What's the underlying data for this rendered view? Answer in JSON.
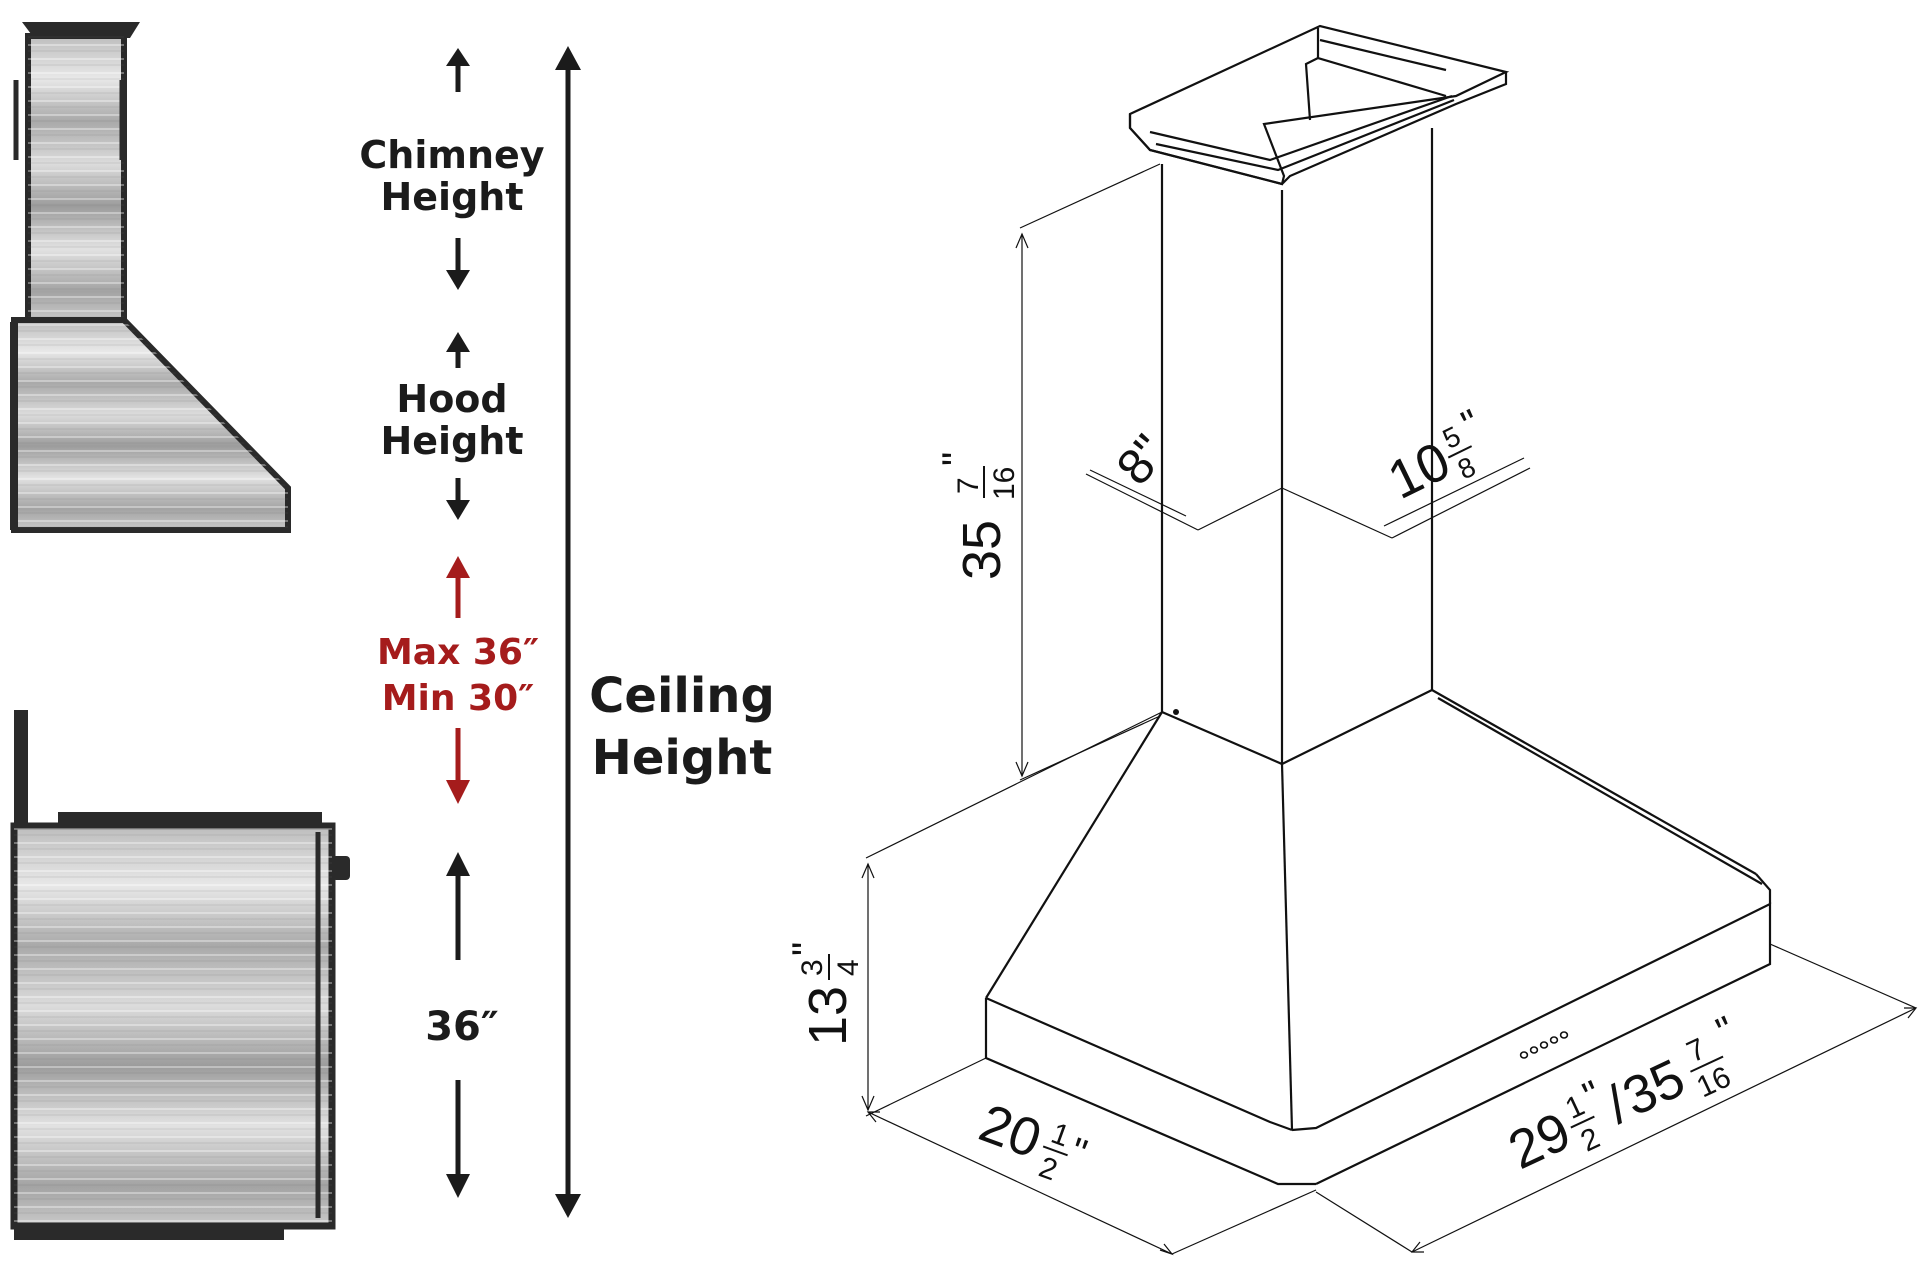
{
  "left_panel": {
    "chimney_label_line1": "Chimney",
    "chimney_label_line2": "Height",
    "hood_label_line1": "Hood",
    "hood_label_line2": "Height",
    "clearance_max": "Max 36″",
    "clearance_min": "Min 30″",
    "counter_height": "36″",
    "ceiling_label_line1": "Ceiling",
    "ceiling_label_line2": "Height"
  },
  "right_panel": {
    "overall_height_whole": "35",
    "overall_height_num": "7",
    "overall_height_den": "16",
    "overall_height_unit": "\"",
    "chimney_depth": "8\"",
    "chimney_width_whole": "10",
    "chimney_width_num": "5",
    "chimney_width_den": "8",
    "chimney_width_unit": "\"",
    "hood_height_whole": "13",
    "hood_height_num": "3",
    "hood_height_den": "4",
    "hood_height_unit": "\"",
    "hood_depth_whole": "20",
    "hood_depth_num": "1",
    "hood_depth_den": "2",
    "hood_depth_unit": "\"",
    "hood_width_a_whole": "29",
    "hood_width_a_num": "1",
    "hood_width_a_den": "2",
    "hood_width_a_unit": "\"",
    "hood_width_sep": "/",
    "hood_width_b_whole": "35",
    "hood_width_b_num": "7",
    "hood_width_b_den": "16",
    "hood_width_b_unit": "\""
  },
  "colors": {
    "text_dark": "#1b1b1b",
    "clearance_red": "#a51c1c",
    "steel_light": "#d9d9d9",
    "steel_dark": "#8c8c8c",
    "outline": "#2a2a2a"
  }
}
